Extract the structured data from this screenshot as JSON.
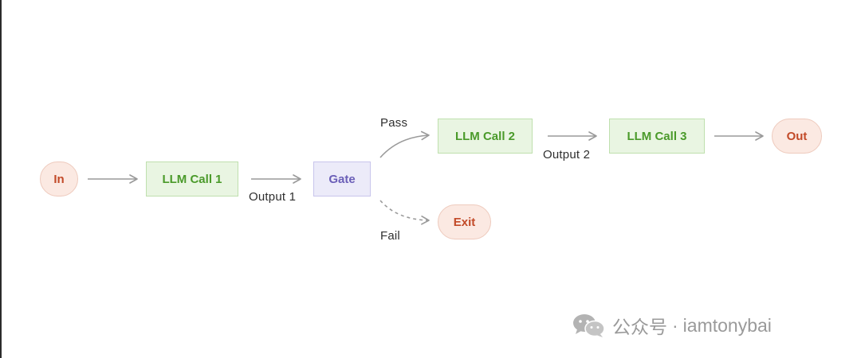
{
  "nodes": {
    "in": "In",
    "llm_call_1": "LLM Call 1",
    "gate": "Gate",
    "llm_call_2": "LLM Call 2",
    "llm_call_3": "LLM Call 3",
    "out": "Out",
    "exit": "Exit"
  },
  "edges": {
    "output_1": "Output 1",
    "pass": "Pass",
    "fail": "Fail",
    "output_2": "Output 2"
  },
  "watermark": {
    "account": "公众号",
    "separator": "·",
    "name": "iamtonybai"
  },
  "colors": {
    "terminal_fill": "#fbe9e2",
    "terminal_text": "#c24a28",
    "llm_fill": "#e9f5e2",
    "llm_text": "#4a9a2a",
    "gate_fill": "#ecebf9",
    "gate_text": "#6b5fb8",
    "arrow": "#9a9a9a"
  }
}
